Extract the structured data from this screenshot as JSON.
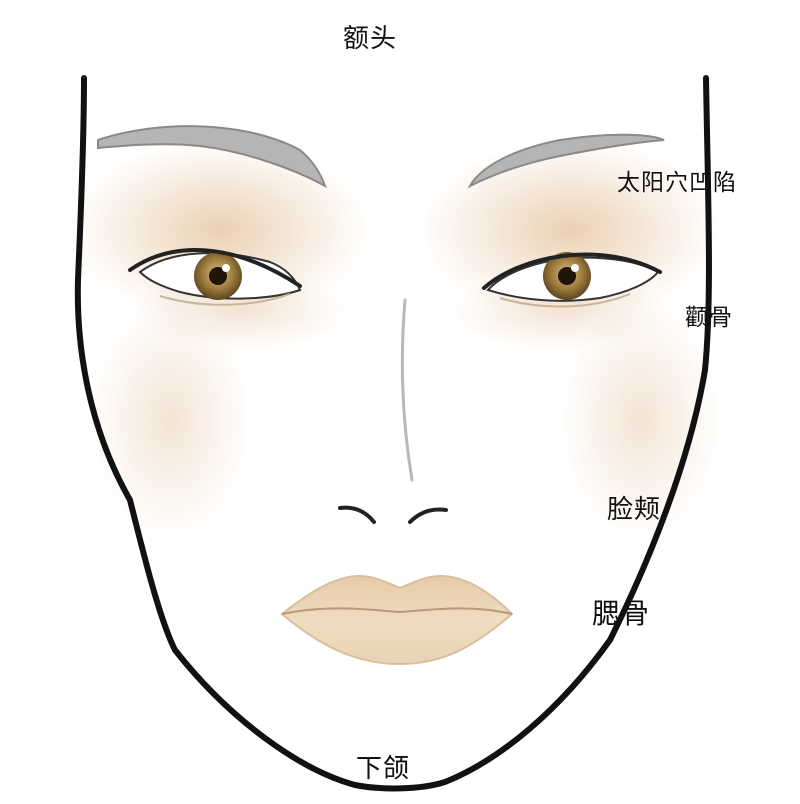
{
  "diagram": {
    "labels": {
      "forehead": "额头",
      "temple": "太阳穴凹陷",
      "cheekbone": "颧骨",
      "cheek": "脸颊",
      "jawbone": "腮骨",
      "chin": "下颌"
    },
    "colors": {
      "outline": "#111111",
      "skin_shade": "#e8c9a6",
      "brow": "#9a9a9a",
      "iris": "#8a6a2c",
      "lips": "#e9d3b4"
    }
  }
}
